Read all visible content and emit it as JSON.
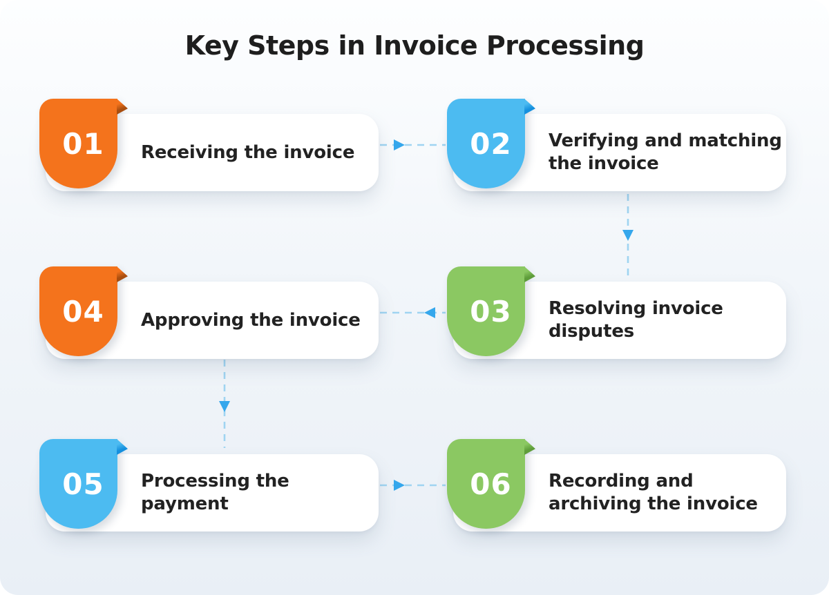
{
  "title": "Key Steps in Invoice Processing",
  "colors": {
    "background_top": "#fdfeff",
    "background_bottom": "#e9eff6",
    "card_bg": "#ffffff",
    "title_color": "#1e1e1e",
    "text_color": "#222222",
    "connector_dash": "#9fd4f1",
    "connector_arrow": "#35a7ec"
  },
  "steps": [
    {
      "number": "01",
      "label": "Receiving the invoice",
      "badge_color": "#f4731c",
      "fold_color": "#a94e0f"
    },
    {
      "number": "02",
      "label": "Verifying and matching\nthe invoice",
      "badge_color": "#4cbbf1",
      "fold_color": "#1590de"
    },
    {
      "number": "03",
      "label": "Resolving invoice\ndisputes",
      "badge_color": "#8bc862",
      "fold_color": "#5e9d3a"
    },
    {
      "number": "04",
      "label": "Approving the invoice",
      "badge_color": "#f4731c",
      "fold_color": "#a94e0f"
    },
    {
      "number": "05",
      "label": "Processing the\npayment",
      "badge_color": "#4cbbf1",
      "fold_color": "#1590de"
    },
    {
      "number": "06",
      "label": "Recording and\narchiving the invoice",
      "badge_color": "#8bc862",
      "fold_color": "#5e9d3a"
    }
  ]
}
